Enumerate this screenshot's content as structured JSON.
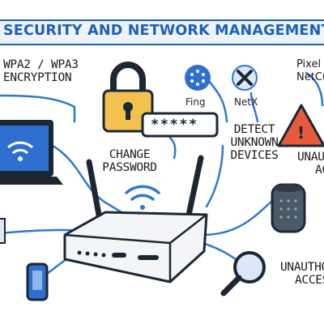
{
  "header": {
    "title": "SECURITY AND NETWORK MANAGEMENT"
  },
  "labels": {
    "encryption": [
      "WPA2 / WPA3",
      "ENCRYPTION"
    ],
    "change_password": [
      "CHANGE",
      "PASSWORD"
    ],
    "detect_devices": [
      "DETECT",
      "UNKNOWN",
      "DEVICES"
    ],
    "unauthorized_alert": [
      "UNAUTHORIZED",
      "ACCESS"
    ],
    "unauthorized_access": [
      "UNAUTHORIZED",
      "ACCESS"
    ],
    "pixel_netcut": [
      "Pixel",
      "NetCut"
    ]
  },
  "apps": {
    "fing": "Fing",
    "netx": "NetX"
  },
  "password_mask": "*****",
  "colors": {
    "primary_blue": "#1f5fb4",
    "line_blue": "#2f78d0",
    "lock_gold": "#f2c14e",
    "warning_red": "#e85a3c",
    "dark": "#1c2733"
  }
}
